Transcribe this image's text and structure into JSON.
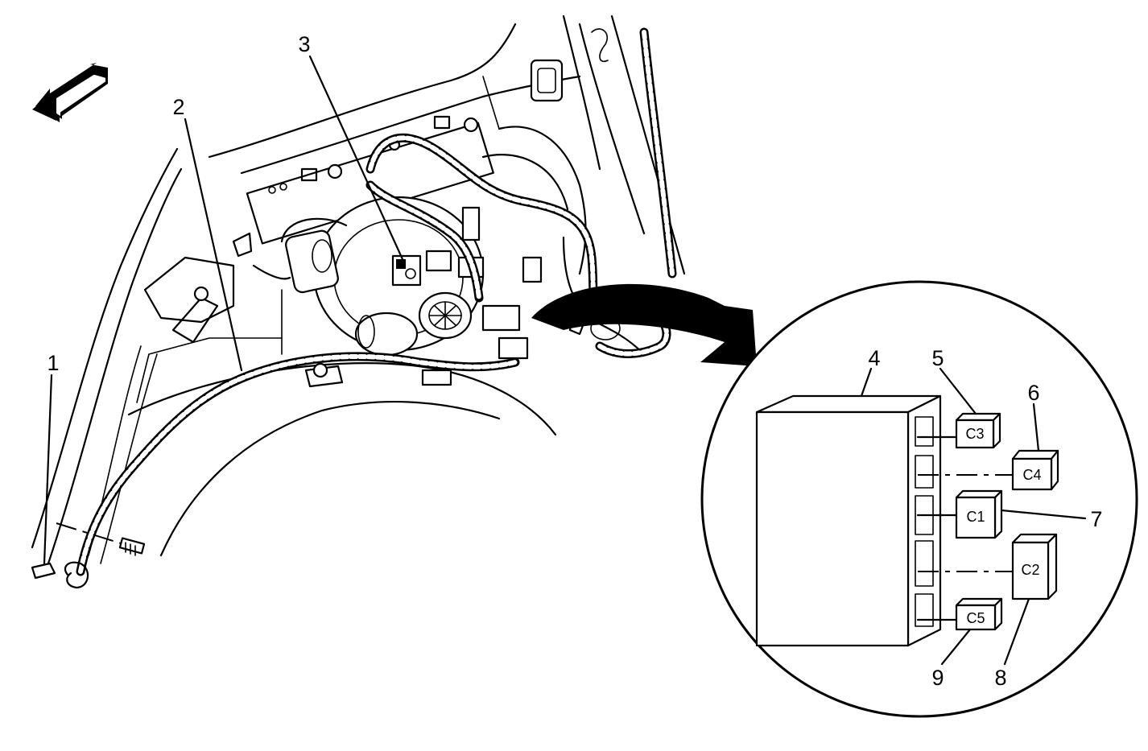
{
  "callouts": {
    "c1": "1",
    "c2": "2",
    "c3": "3",
    "c4": "4",
    "c5": "5",
    "c6": "6",
    "c7": "7",
    "c8": "8",
    "c9": "9"
  },
  "connectors": {
    "c3": "C3",
    "c4": "C4",
    "c1": "C1",
    "c2": "C2",
    "c5": "C5"
  },
  "icons": {
    "front_arrow": "forward-direction-arrow",
    "detail_arrow": "curved-detail-arrow"
  }
}
